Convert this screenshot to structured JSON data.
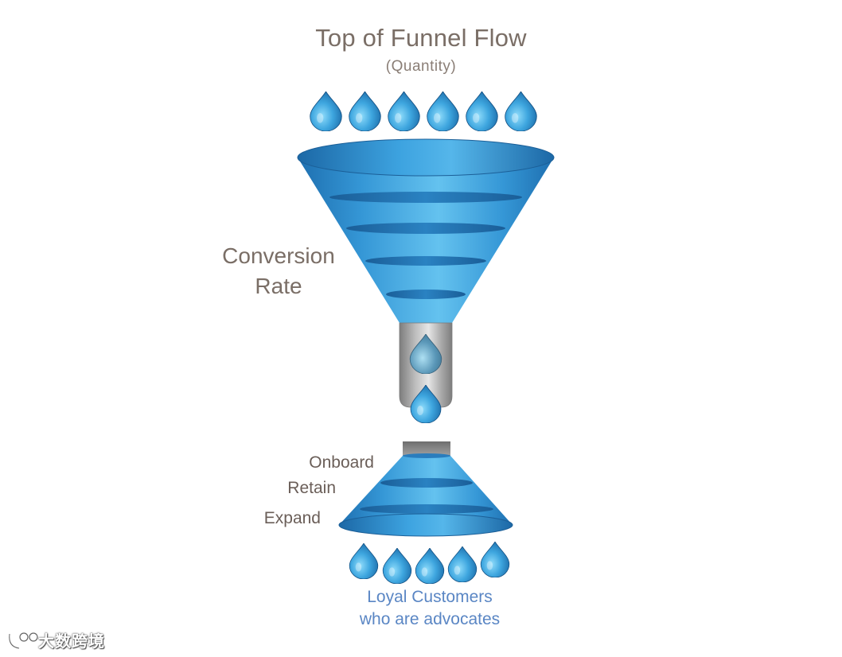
{
  "title": "Top of Funnel Flow",
  "subtitle": "(Quantity)",
  "conversion_label": [
    "Conversion",
    "Rate"
  ],
  "stages": [
    "Onboard",
    "Retain",
    "Expand"
  ],
  "loyal_label": [
    "Loyal Customers",
    "who are advocates"
  ],
  "watermark": "大数跨境",
  "top_drops_count": 6,
  "bottom_drops_count": 5,
  "colors": {
    "title_text": "#7a6e66",
    "funnel_blue": "#2f8fd0",
    "funnel_light": "#55b8ec",
    "funnel_dark": "#1a6aa8",
    "spout_gray": "#9a9a9a",
    "loyal_text": "#5a86c4"
  },
  "icons": [
    "water-drop-icon",
    "funnel-icon",
    "inverted-funnel-icon",
    "watermark-logo-icon"
  ]
}
